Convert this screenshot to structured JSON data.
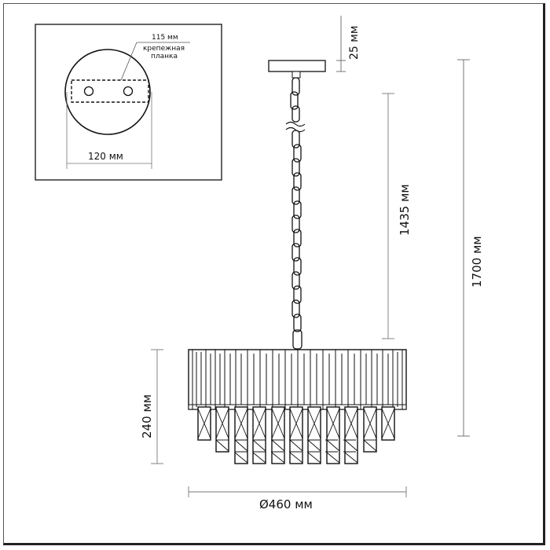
{
  "drawing": {
    "subject": "pendant chandelier technical drawing",
    "inset": {
      "mount_plate_label": "115 мм",
      "mount_plate_caption_line1": "крепежная",
      "mount_plate_caption_line2": "планка",
      "canopy_diameter": "120 мм"
    },
    "dimensions": {
      "canopy_height": "25 мм",
      "chain_length": "1435 мм",
      "total_height": "1700 мм",
      "body_height": "240 мм",
      "diameter": "Ø460 мм"
    },
    "colors": {
      "line": "#111111",
      "dim_line": "#666666",
      "background": "#ffffff"
    }
  }
}
